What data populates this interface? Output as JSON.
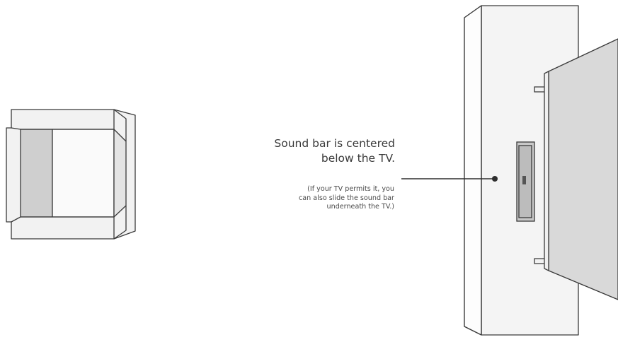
{
  "diagram": {
    "callout": {
      "heading_lines": [
        "Sound bar is centered",
        "below the TV."
      ],
      "note_lines": [
        "(If your TV permits it, you",
        "can also slide the sound bar",
        "underneath the TV.)"
      ]
    },
    "colors": {
      "stroke": "#3a3a3a",
      "panel_fill": "#f2f2f2",
      "panel_fill_light": "#fafafa",
      "shade_fill": "#cfcfcf",
      "tv_fill": "#d9d9d9",
      "soundbar_fill": "#c8c8c8"
    }
  }
}
